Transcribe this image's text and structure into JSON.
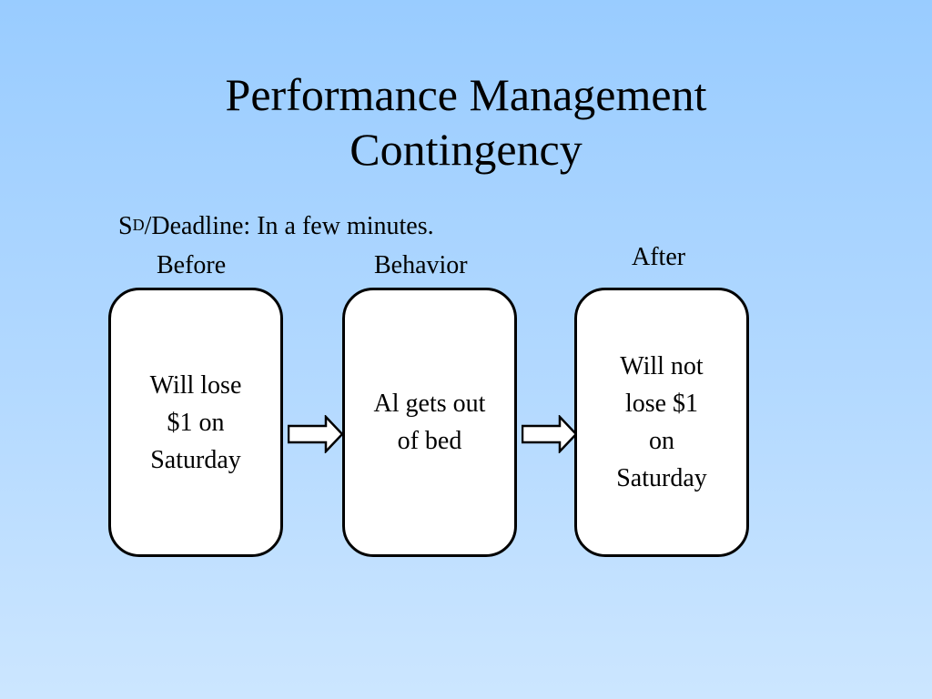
{
  "slide": {
    "title": "Performance Management\nContingency",
    "sd": {
      "s": "S",
      "superscript": "D",
      "text": "/Deadline: In a few minutes."
    },
    "column_labels": {
      "before": "Before",
      "behavior": "Behavior",
      "after": "After"
    },
    "boxes": {
      "before": "Will lose\n$1 on\nSaturday",
      "behavior": "Al gets out\nof bed",
      "after": "Will not\nlose $1\non\nSaturday"
    }
  },
  "colors": {
    "background_top": "#99ccff",
    "background_bottom": "#cce6ff",
    "box_fill": "#ffffff",
    "outline": "#000000"
  }
}
